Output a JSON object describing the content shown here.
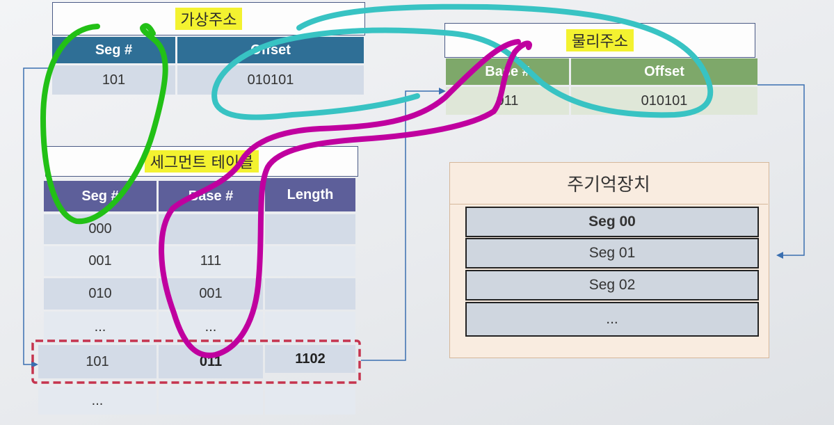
{
  "virtual_address": {
    "title": "가상주소",
    "headers": [
      "Seg #",
      "Offset"
    ],
    "row": [
      "101",
      "010101"
    ]
  },
  "physical_address": {
    "title": "물리주소",
    "headers": [
      "Base #",
      "Offset"
    ],
    "row": [
      "011",
      "010101"
    ]
  },
  "segment_table": {
    "title": "세그먼트 테이블",
    "headers": [
      "Seg #",
      "Base #",
      "Length"
    ],
    "rows": [
      [
        "000",
        "",
        ""
      ],
      [
        "001",
        "111",
        ""
      ],
      [
        "010",
        "001",
        ""
      ],
      [
        "...",
        "...",
        ""
      ],
      [
        "101",
        "011",
        "1102"
      ],
      [
        "...",
        "",
        ""
      ]
    ]
  },
  "main_memory": {
    "title": "주기억장치",
    "rows": [
      "Seg 00",
      "Seg 01",
      "Seg 02",
      "..."
    ]
  },
  "colors": {
    "virtual_header": "#2f6f96",
    "physical_header": "#7ea86a",
    "segtable_header": "#5d5f9a",
    "highlight_yellow": "#f3f230",
    "green_annotation": "#22c016",
    "cyan_annotation": "#38c3c3",
    "magenta_annotation": "#c0009f",
    "dashed_highlight": "#c5344e"
  }
}
